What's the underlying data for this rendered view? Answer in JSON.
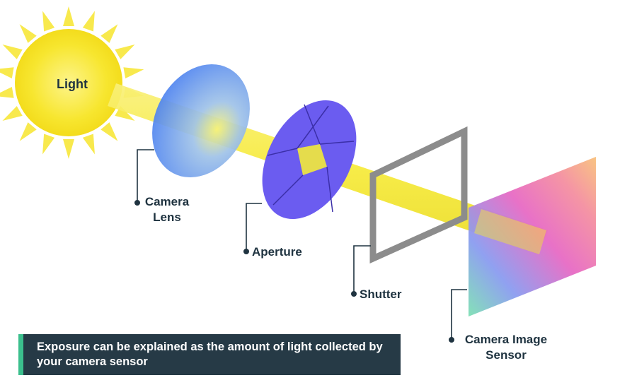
{
  "labels": {
    "light": "Light",
    "camera_lens": "Camera Lens",
    "camera_lens_line1": "Camera",
    "camera_lens_line2": "Lens",
    "aperture": "Aperture",
    "shutter": "Shutter",
    "camera_image_sensor_line1": "Camera Image",
    "camera_image_sensor_line2": "Sensor"
  },
  "caption": "Exposure can be explained as the amount of light collected by your camera sensor",
  "colors": {
    "label_text": "#1f3340",
    "sun": "#f7e62f",
    "light_beam": "#f6ec3c",
    "lens": "#5b8cf0",
    "aperture": "#6b5cf0",
    "shutter_frame": "#8c8c8c",
    "caption_background": "#263a46",
    "caption_accent": "#3bbf8d"
  }
}
